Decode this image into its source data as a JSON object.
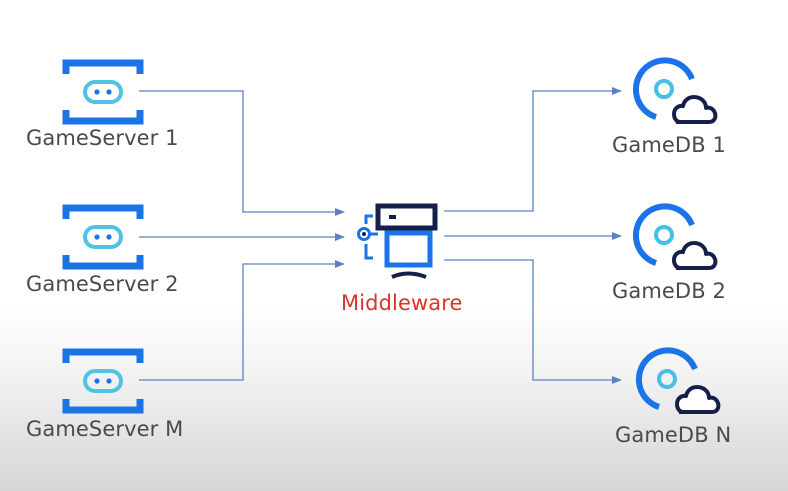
{
  "colors": {
    "server_blue": "#1b73e8",
    "server_cyan": "#4fc2e6",
    "db_blue": "#1b73e8",
    "db_cyan": "#45bfe6",
    "cloud_navy": "#15204a",
    "middleware_navy": "#15204a",
    "middleware_blue": "#1b73e8",
    "arrow_blue": "#5b82c6",
    "middleware_label": "#d9342b",
    "node_label": "#4a4a4a"
  },
  "game_servers": [
    {
      "label": "GameServer 1",
      "icon": "game-server-icon"
    },
    {
      "label": "GameServer 2",
      "icon": "game-server-icon"
    },
    {
      "label": "GameServer M",
      "icon": "game-server-icon"
    }
  ],
  "middleware": {
    "label": "Middleware",
    "icon": "middleware-icon"
  },
  "game_dbs": [
    {
      "label": "GameDB 1",
      "icon": "game-db-icon"
    },
    {
      "label": "GameDB 2",
      "icon": "game-db-icon"
    },
    {
      "label": "GameDB N",
      "icon": "game-db-icon"
    }
  ]
}
